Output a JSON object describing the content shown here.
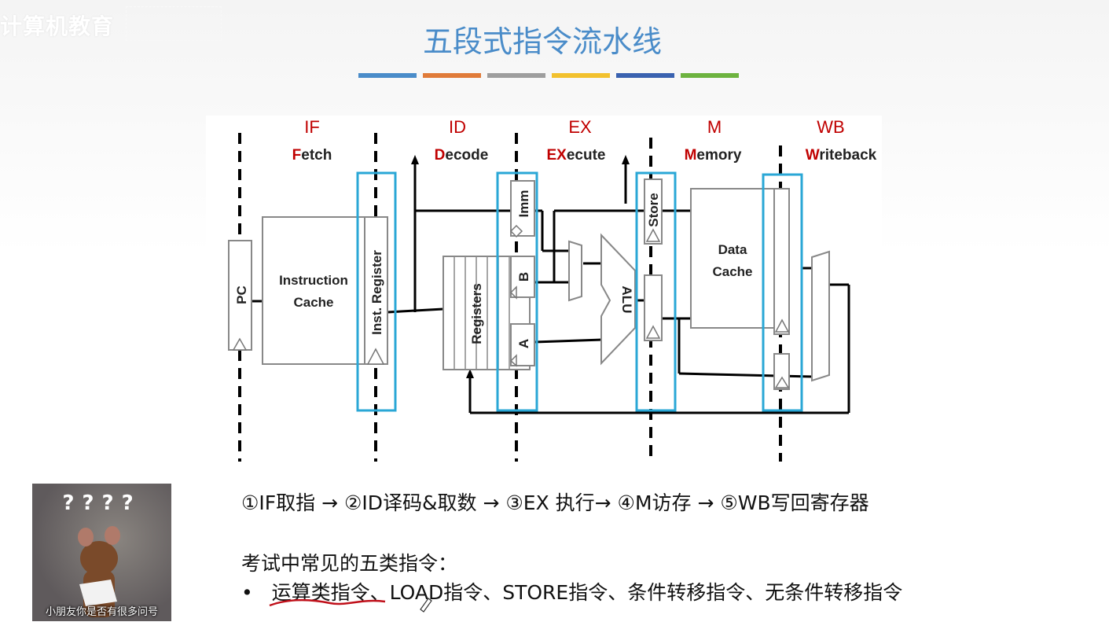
{
  "brand": {
    "text": "计算机教育"
  },
  "title": "五段式指令流水线",
  "title_bar_colors": [
    "#4a8cc9",
    "#e07b39",
    "#9e9e9e",
    "#f2c12e",
    "#3a62b0",
    "#6db33f"
  ],
  "diagram": {
    "stages": [
      {
        "abbr": "IF",
        "first": "F",
        "rest": "etch"
      },
      {
        "abbr": "ID",
        "first": "D",
        "rest": "ecode"
      },
      {
        "abbr": "EX",
        "first": "EX",
        "rest": "ecute"
      },
      {
        "abbr": "M",
        "first": "M",
        "rest": "emory"
      },
      {
        "abbr": "WB",
        "first": "W",
        "rest": "riteback"
      }
    ],
    "blocks": {
      "pc": "PC",
      "icache_1": "Instruction",
      "icache_2": "Cache",
      "ir": "Inst. Register",
      "registers": "Registers",
      "imm": "Imm",
      "b": "B",
      "a": "A",
      "alu": "ALU",
      "store": "Store",
      "dcache_1": "Data",
      "dcache_2": "Cache"
    },
    "colors": {
      "stage_red": "#c00000",
      "highlight_blue": "#2aa7d6"
    }
  },
  "steps": "①IF取指 → ②ID译码&取数 → ③EX 执行→ ④M访存 → ⑤WB写回寄存器",
  "types_heading": "考试中常见的五类指令：",
  "types_bullet": "•",
  "types_list": "运算类指令、LOAD指令、STORE指令、条件转移指令、无条件转移指令",
  "meme": {
    "marks": "????",
    "caption": "小朋友你是否有很多问号"
  }
}
